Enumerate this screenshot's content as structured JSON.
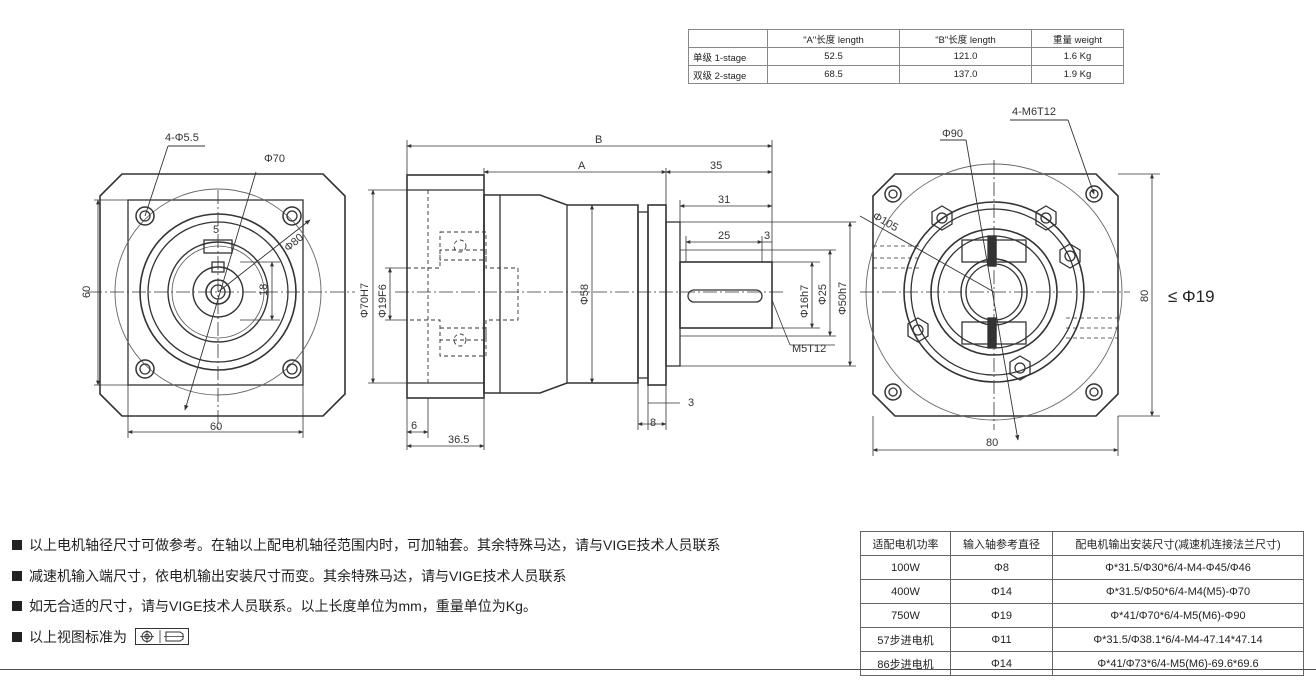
{
  "spec_table": {
    "headers": [
      "",
      "\"A\"长度 length",
      "\"B\"长度 length",
      "重量 weight"
    ],
    "rows": [
      [
        "单级 1-stage",
        "52.5",
        "121.0",
        "1.6 Kg"
      ],
      [
        "双级 2-stage",
        "68.5",
        "137.0",
        "1.9 Kg"
      ]
    ]
  },
  "front_view": {
    "hole_label": "4-Φ5.5",
    "pcd_label": "Φ70",
    "flange_label": "Φ80",
    "key_width": "5",
    "keyway_depth": "18",
    "height_label": "60",
    "width_label": "60"
  },
  "side_view": {
    "B": "B",
    "A": "A",
    "len_35": "35",
    "len_31": "31",
    "len_25": "25",
    "len_3a": "3",
    "pilot": "Φ70H7",
    "bore": "Φ19F6",
    "body": "Φ58",
    "shaft": "Φ16h7",
    "collar": "Φ25",
    "spigot": "Φ50h7",
    "tap": "M5T12",
    "len_3b": "3",
    "len_8": "8",
    "len_6": "6",
    "len_365": "36.5"
  },
  "rear_view": {
    "tap_label": "4-M6T12",
    "pcd90": "Φ90",
    "pcd105": "Φ105",
    "height": "80",
    "width": "80",
    "max_bore": "≤ Φ19"
  },
  "notes": [
    "以上电机轴径尺寸可做参考。在轴以上配电机轴径范围内时，可加轴套。其余特殊马达，请与VIGE技术人员联系",
    "减速机输入端尺寸，依电机输出安装尺寸而变。其余特殊马达，请与VIGE技术人员联系",
    "如无合适的尺寸，请与VIGE技术人员联系。以上长度单位为mm，重量单位为Kg。",
    "以上视图标准为"
  ],
  "motor_table": {
    "headers": [
      "适配电机功率",
      "输入轴参考直径",
      "配电机输出安装尺寸(减速机连接法兰尺寸)"
    ],
    "rows": [
      [
        "100W",
        "Φ8",
        "Φ*31.5/Φ30*6/4-M4-Φ45/Φ46"
      ],
      [
        "400W",
        "Φ14",
        "Φ*31.5/Φ50*6/4-M4(M5)-Φ70"
      ],
      [
        "750W",
        "Φ19",
        "Φ*41/Φ70*6/4-M5(M6)-Φ90"
      ],
      [
        "57步进电机",
        "Φ11",
        "Φ*31.5/Φ38.1*6/4-M4-47.14*47.14"
      ],
      [
        "86步进电机",
        "Φ14",
        "Φ*41/Φ73*6/4-M5(M6)-69.6*69.6"
      ]
    ]
  }
}
